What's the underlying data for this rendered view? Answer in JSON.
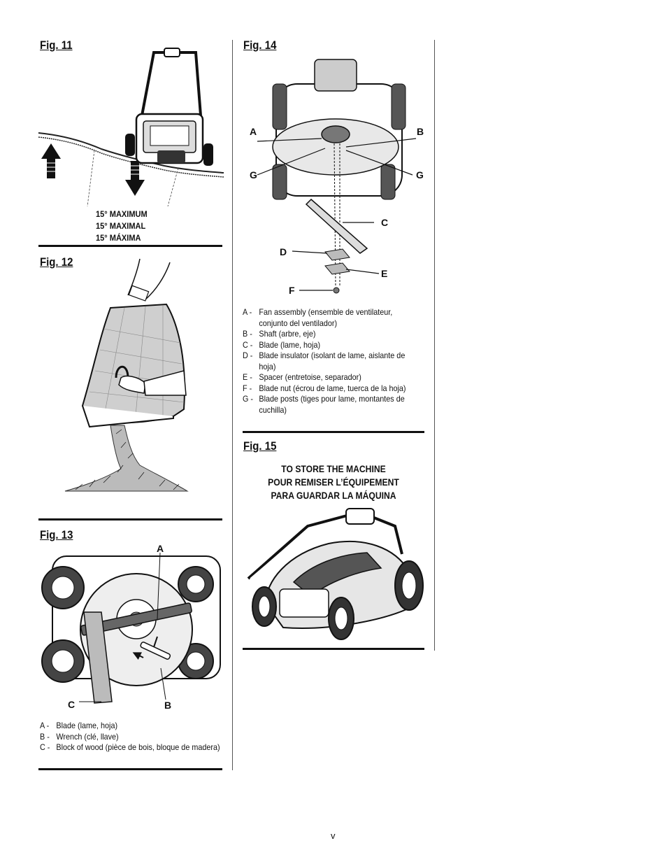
{
  "fig11": {
    "title": "Fig. 11",
    "slope_lines": [
      "15° MAXIMUM",
      "15° MAXIMAL",
      "15° MÁXIMA"
    ]
  },
  "fig12": {
    "title": "Fig. 12"
  },
  "fig13": {
    "title": "Fig. 13",
    "callouts": [
      "A",
      "B",
      "C"
    ],
    "legend": [
      {
        "key": "A -",
        "text": "Blade (lame, hoja)"
      },
      {
        "key": "B -",
        "text": "Wrench (clé, llave)"
      },
      {
        "key": "C -",
        "text": "Block of wood (pièce de bois, bloque de madera)"
      }
    ]
  },
  "fig14": {
    "title": "Fig. 14",
    "callouts": [
      "A",
      "B",
      "G",
      "G",
      "C",
      "D",
      "E",
      "F"
    ],
    "legend": [
      {
        "key": "A -",
        "text": "Fan assembly (ensemble de ventilateur, conjunto del ventilador)"
      },
      {
        "key": "B -",
        "text": "Shaft (arbre, eje)"
      },
      {
        "key": "C -",
        "text": "Blade (lame, hoja)"
      },
      {
        "key": "D -",
        "text": "Blade insulator (isolant de lame, aislante de hoja)"
      },
      {
        "key": "E -",
        "text": "Spacer (entretoise, separador)"
      },
      {
        "key": "F -",
        "text": "Blade nut (écrou de lame, tuerca de la hoja)"
      },
      {
        "key": "G -",
        "text": "Blade posts (tiges pour lame, montantes de cuchilla)"
      }
    ]
  },
  "fig15": {
    "title": "Fig. 15",
    "store_lines": [
      "TO STORE THE MACHINE",
      "POUR REMISER L’ÉQUIPEMENT",
      "PARA GUARDAR LA MÁQUINA"
    ]
  },
  "page_number": "v"
}
